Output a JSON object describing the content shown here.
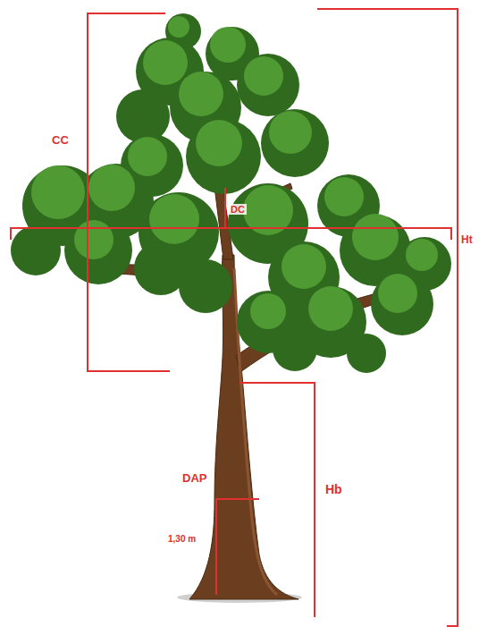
{
  "diagram": {
    "labels": [
      "CC",
      "DC",
      "Ht",
      "DAP",
      "Hb",
      "1,30 m"
    ]
  }
}
